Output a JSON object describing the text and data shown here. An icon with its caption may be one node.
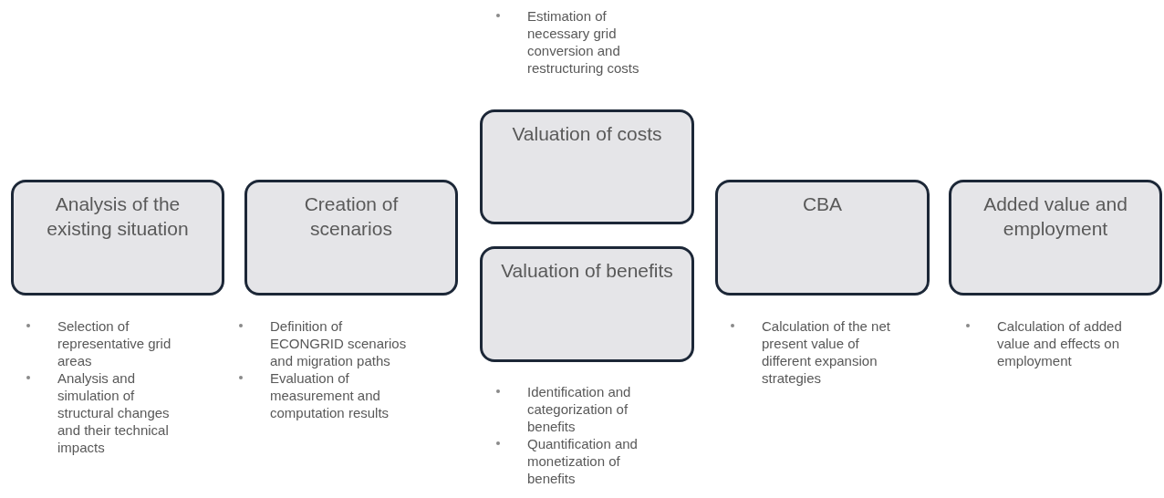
{
  "diagram": {
    "nodes": [
      {
        "text": [
          "Analysis of the existing situation"
        ],
        "beside": [
          "Selection of representative grid areas",
          "Analysis and simulation of structural changes and their technical impacts"
        ]
      },
      {
        "text": [
          "Creation of scenarios"
        ],
        "beside": [
          "Definition of ECONGRID scenarios and migration paths",
          "Evaluation of measurement and computation results"
        ]
      },
      {
        "text": [
          "Valuation of costs"
        ],
        "beside": [
          "Estimation of necessary grid conversion and restructuring costs"
        ]
      },
      {
        "text": [
          "Valuation of benefits"
        ],
        "beside": [
          "Identification and categorization of benefits",
          "Quantification and monetization of benefits"
        ]
      },
      {
        "text": [
          "CBA"
        ],
        "beside": [
          "Calculation of the net present value of different expansion strategies"
        ]
      },
      {
        "text": [
          "Added value and employment"
        ],
        "beside": [
          "Calculation of added value and effects on employment"
        ]
      }
    ]
  }
}
